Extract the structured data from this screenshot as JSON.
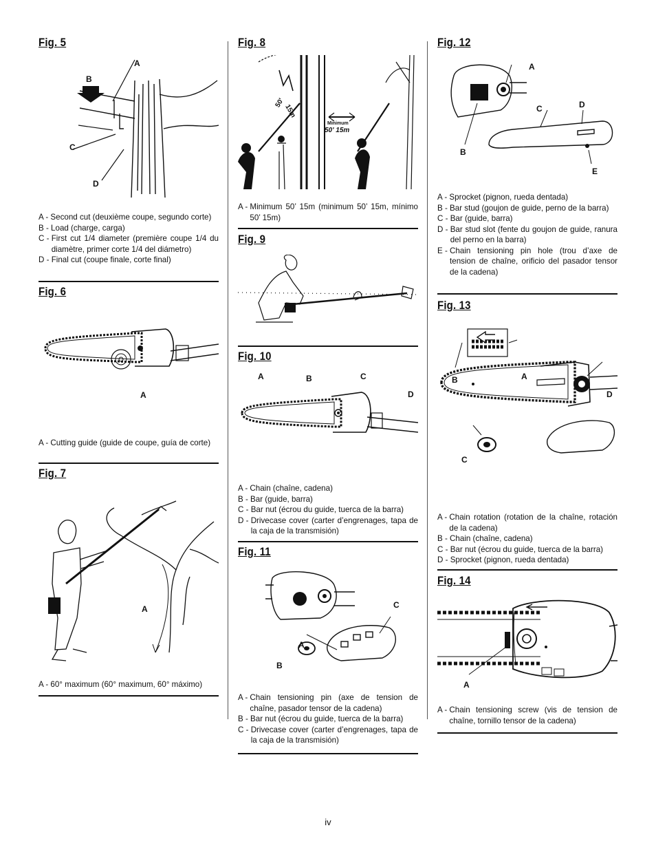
{
  "page_number": "iv",
  "figures": {
    "fig5": {
      "title": "Fig. 5",
      "labels": {
        "a": "A",
        "b": "B",
        "c": "C",
        "d": "D"
      },
      "caption": [
        {
          "k": "A - ",
          "v": "Second cut (deuxième coupe, segundo corte)"
        },
        {
          "k": "B - ",
          "v": "Load (charge, carga)"
        },
        {
          "k": "C - ",
          "v": "First cut 1/4 diameter (première coupe 1/4 du diamètre, primer corte 1/4 del diámetro)"
        },
        {
          "k": "D - ",
          "v": "Final cut (coupe finale, corte final)"
        }
      ]
    },
    "fig6": {
      "title": "Fig. 6",
      "labels": {
        "a": "A"
      },
      "caption": [
        {
          "k": "A - ",
          "v": "Cutting guide (guide de coupe, guía de corte)"
        }
      ]
    },
    "fig7": {
      "title": "Fig. 7",
      "labels": {
        "a": "A"
      },
      "caption": [
        {
          "k": "A - ",
          "v": "60° maximum (60° maximum, 60° máximo)"
        }
      ]
    },
    "fig8": {
      "title": "Fig. 8",
      "angle_text": "50'",
      "angle_text2": "15m",
      "minimum_label": "Minimum",
      "minimum_value": "50' 15m",
      "caption": [
        {
          "k": "A - ",
          "v": "Minimum 50’ 15m (minimum 50’ 15m, mínimo 50’ 15m)"
        }
      ]
    },
    "fig9": {
      "title": "Fig. 9"
    },
    "fig10": {
      "title": "Fig. 10",
      "labels": {
        "a": "A",
        "b": "B",
        "c": "C",
        "d": "D"
      },
      "caption": [
        {
          "k": "A - ",
          "v": "Chain (chaîne, cadena)"
        },
        {
          "k": "B - ",
          "v": "Bar (guide, barra)"
        },
        {
          "k": "C - ",
          "v": "Bar nut (écrou du guide, tuerca de la barra)"
        },
        {
          "k": "D - ",
          "v": "Drivecase cover (carter d’engrenages, tapa de la caja de la transmisión)"
        }
      ]
    },
    "fig11": {
      "title": "Fig. 11",
      "labels": {
        "a": "A",
        "b": "B",
        "c": "C"
      },
      "caption": [
        {
          "k": "A - ",
          "v": "Chain tensioning pin (axe de tension de chaîne, pasador tensor de la cadena)"
        },
        {
          "k": "B - ",
          "v": "Bar nut (écrou du guide, tuerca de la barra)"
        },
        {
          "k": "C - ",
          "v": "Drivecase cover (carter d’engrenages, tapa de la caja de la transmisión)"
        }
      ]
    },
    "fig12": {
      "title": "Fig. 12",
      "labels": {
        "a": "A",
        "b": "B",
        "c": "C",
        "d": "D",
        "e": "E"
      },
      "caption": [
        {
          "k": "A - ",
          "v": "Sprocket (pignon, rueda dentada)"
        },
        {
          "k": "B - ",
          "v": "Bar stud (goujon de guide, perno de la barra)"
        },
        {
          "k": "C - ",
          "v": "Bar (guide, barra)"
        },
        {
          "k": "D - ",
          "v": "Bar stud slot (fente du goujon de guide, ranura del perno en la barra)"
        },
        {
          "k": "E - ",
          "v": "Chain tensioning pin hole (trou d’axe de tension de chaîne, orificio del pasador tensor de la cadena)"
        }
      ]
    },
    "fig13": {
      "title": "Fig. 13",
      "labels": {
        "a": "A",
        "b": "B",
        "c": "C",
        "d": "D"
      },
      "caption": [
        {
          "k": "A - ",
          "v": "Chain rotation (rotation de la chaîne, rotación de la cadena)"
        },
        {
          "k": "B - ",
          "v": "Chain (chaîne, cadena)"
        },
        {
          "k": "C - ",
          "v": "Bar nut (écrou du guide, tuerca de la barra)"
        },
        {
          "k": "D - ",
          "v": "Sprocket (pignon, rueda dentada)"
        }
      ]
    },
    "fig14": {
      "title": "Fig. 14",
      "labels": {
        "a": "A"
      },
      "caption": [
        {
          "k": "A - ",
          "v": "Chain tensioning screw (vis de tension de chaîne, tornillo tensor de la cadena)"
        }
      ]
    }
  }
}
